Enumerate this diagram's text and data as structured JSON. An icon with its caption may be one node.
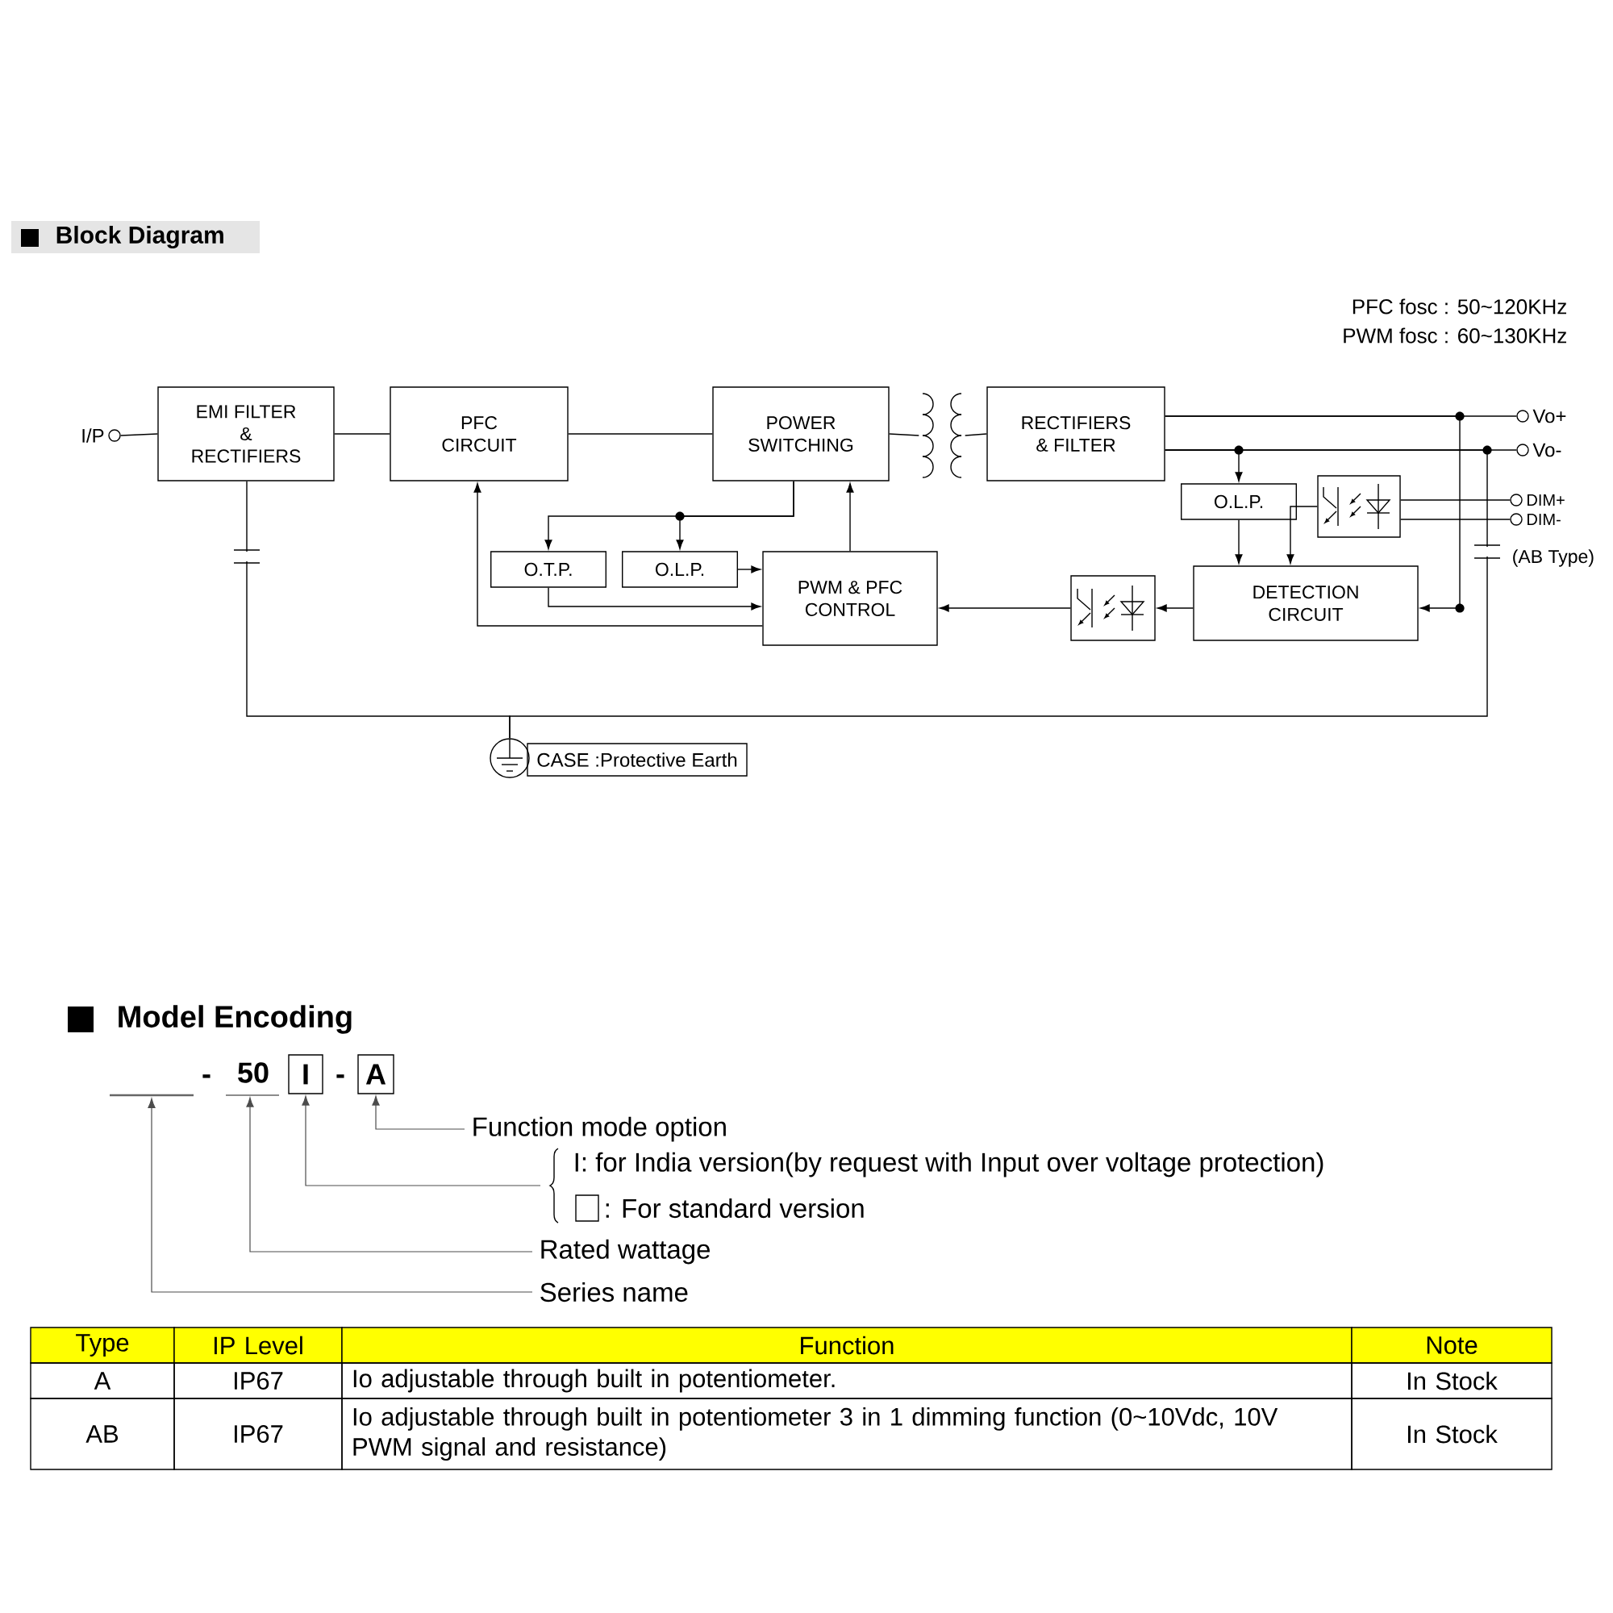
{
  "diagram": {
    "title": "Block Diagram",
    "nodes": [
      {
        "text": [
          "I/P"
        ]
      },
      {
        "text": [
          "EMI FILTER & RECTIFIERS"
        ]
      },
      {
        "text": [
          "PFC CIRCUIT"
        ]
      },
      {
        "text": [
          "POWER SWITCHING"
        ]
      },
      {
        "text": [],
        "shape": "transformer"
      },
      {
        "text": [
          "RECTIFIERS & FILTER"
        ]
      },
      {
        "text": [
          "Vo+"
        ]
      },
      {
        "text": [
          "Vo-"
        ]
      },
      {
        "text": [
          "O.T.P."
        ]
      },
      {
        "text": [
          "O.L.P."
        ]
      },
      {
        "text": [
          "PWM & PFC CONTROL"
        ]
      },
      {
        "text": [
          "O.L.P."
        ]
      },
      {
        "text": [],
        "shape": "box"
      },
      {
        "text": [
          "DIM+"
        ]
      },
      {
        "text": [
          "DIM-"
        ]
      },
      {
        "text": [
          "DETECTION CIRCUIT"
        ]
      },
      {
        "text": [],
        "shape": "box"
      },
      {
        "text": [],
        "shape": "circle"
      },
      {
        "text": [
          "CASE :Protective Earth"
        ]
      },
      {
        "text": [],
        "shape": "bar"
      },
      {
        "text": [
          "50"
        ]
      },
      {
        "text": [
          "I"
        ]
      },
      {
        "text": [
          "A"
        ]
      },
      {
        "text": [
          "Function mode option"
        ]
      },
      {
        "text": [
          "I: for India version(by request with Input over voltage protection)"
        ]
      },
      {
        "text": [
          ": For standard version"
        ]
      },
      {
        "text": [
          "Rated wattage"
        ]
      },
      {
        "text": [
          "Series name"
        ]
      }
    ],
    "edges": [
      {
        "from": 0,
        "to": 1,
        "arrow": "none"
      },
      {
        "from": 1,
        "to": 2,
        "arrow": "none"
      },
      {
        "from": 2,
        "to": 3,
        "arrow": "none"
      },
      {
        "from": 3,
        "to": 4,
        "arrow": "none"
      },
      {
        "from": 4,
        "to": 5,
        "arrow": "none"
      },
      {
        "from": 5,
        "to": 6,
        "arrow": "none"
      },
      {
        "from": 5,
        "to": 7,
        "arrow": "none"
      },
      {
        "from": 3,
        "to": 8,
        "arrow": "to"
      },
      {
        "from": 3,
        "to": 9,
        "arrow": "to"
      },
      {
        "from": 9,
        "to": 10,
        "arrow": "to"
      },
      {
        "from": 8,
        "to": 10,
        "arrow": "to"
      },
      {
        "from": 10,
        "to": 2,
        "arrow": "to"
      },
      {
        "from": 10,
        "to": 3,
        "arrow": "to"
      },
      {
        "from": 5,
        "to": 11,
        "arrow": "to"
      },
      {
        "from": 11,
        "to": 15,
        "arrow": "to"
      },
      {
        "from": 12,
        "to": 15,
        "arrow": "to"
      },
      {
        "from": 13,
        "to": 12,
        "arrow": "none"
      },
      {
        "from": 14,
        "to": 12,
        "arrow": "none"
      },
      {
        "from": 15,
        "to": 16,
        "arrow": "to"
      },
      {
        "from": 16,
        "to": 10,
        "arrow": "to"
      },
      {
        "from": 5,
        "to": 15,
        "arrow": "to"
      },
      {
        "from": 1,
        "to": 17,
        "arrow": "none"
      },
      {
        "from": 5,
        "to": 17,
        "arrow": "none"
      },
      {
        "from": 23,
        "to": 22,
        "arrow": "to"
      },
      {
        "from": 24,
        "to": 21,
        "arrow": "to"
      },
      {
        "from": 26,
        "to": 20,
        "arrow": "to"
      },
      {
        "from": 27,
        "to": 19,
        "arrow": "to"
      }
    ],
    "labels": [
      "PFC fosc : 50~120KHz",
      "PWM fosc : 60~130KHz",
      "(AB Type)",
      "Model Encoding",
      "-",
      "-",
      "Type",
      "IP Level",
      "Function",
      "Note",
      "A",
      "IP67",
      "Io adjustable through built in potentiometer.",
      "In Stock",
      "AB",
      "IP67",
      "Io adjustable through built in potentiometer 3 in 1 dimming function (0~10Vdc, 10V PWM signal and resistance)",
      "In Stock"
    ]
  }
}
